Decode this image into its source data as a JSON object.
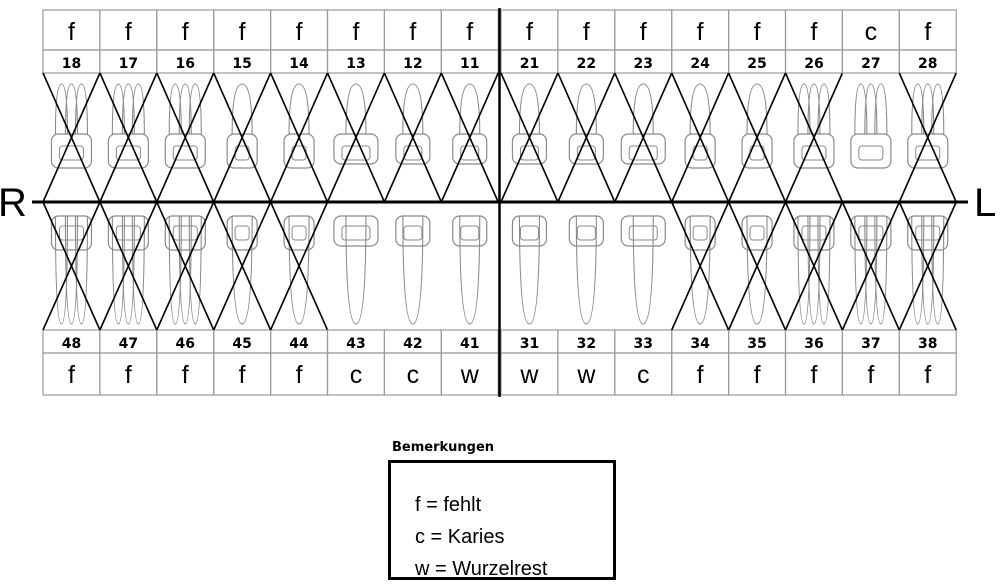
{
  "sides": {
    "right": "R",
    "left": "L"
  },
  "upper": [
    {
      "num": "18",
      "status": "f",
      "crossed": true,
      "type": "molar"
    },
    {
      "num": "17",
      "status": "f",
      "crossed": true,
      "type": "molar"
    },
    {
      "num": "16",
      "status": "f",
      "crossed": true,
      "type": "molar"
    },
    {
      "num": "15",
      "status": "f",
      "crossed": true,
      "type": "premolar"
    },
    {
      "num": "14",
      "status": "f",
      "crossed": true,
      "type": "premolar"
    },
    {
      "num": "13",
      "status": "f",
      "crossed": true,
      "type": "canine"
    },
    {
      "num": "12",
      "status": "f",
      "crossed": true,
      "type": "incisor"
    },
    {
      "num": "11",
      "status": "f",
      "crossed": true,
      "type": "incisor"
    },
    {
      "num": "21",
      "status": "f",
      "crossed": true,
      "type": "incisor"
    },
    {
      "num": "22",
      "status": "f",
      "crossed": true,
      "type": "incisor"
    },
    {
      "num": "23",
      "status": "f",
      "crossed": true,
      "type": "canine"
    },
    {
      "num": "24",
      "status": "f",
      "crossed": true,
      "type": "premolar"
    },
    {
      "num": "25",
      "status": "f",
      "crossed": true,
      "type": "premolar"
    },
    {
      "num": "26",
      "status": "f",
      "crossed": true,
      "type": "molar"
    },
    {
      "num": "27",
      "status": "c",
      "crossed": false,
      "type": "molar"
    },
    {
      "num": "28",
      "status": "f",
      "crossed": true,
      "type": "molar"
    }
  ],
  "lower": [
    {
      "num": "48",
      "status": "f",
      "crossed": true,
      "type": "molar"
    },
    {
      "num": "47",
      "status": "f",
      "crossed": true,
      "type": "molar"
    },
    {
      "num": "46",
      "status": "f",
      "crossed": true,
      "type": "molar"
    },
    {
      "num": "45",
      "status": "f",
      "crossed": true,
      "type": "premolar"
    },
    {
      "num": "44",
      "status": "f",
      "crossed": true,
      "type": "premolar"
    },
    {
      "num": "43",
      "status": "c",
      "crossed": false,
      "type": "canine"
    },
    {
      "num": "42",
      "status": "c",
      "crossed": false,
      "type": "incisor"
    },
    {
      "num": "41",
      "status": "w",
      "crossed": false,
      "type": "incisor"
    },
    {
      "num": "31",
      "status": "w",
      "crossed": false,
      "type": "incisor"
    },
    {
      "num": "32",
      "status": "w",
      "crossed": false,
      "type": "incisor"
    },
    {
      "num": "33",
      "status": "c",
      "crossed": false,
      "type": "canine"
    },
    {
      "num": "34",
      "status": "f",
      "crossed": true,
      "type": "premolar"
    },
    {
      "num": "35",
      "status": "f",
      "crossed": true,
      "type": "premolar"
    },
    {
      "num": "36",
      "status": "f",
      "crossed": true,
      "type": "molar"
    },
    {
      "num": "37",
      "status": "f",
      "crossed": true,
      "type": "molar"
    },
    {
      "num": "38",
      "status": "f",
      "crossed": true,
      "type": "molar"
    }
  ],
  "remarks": {
    "title": "Bemerkungen",
    "lines": [
      "f = fehlt",
      "c = Karies",
      "w = Wurzelrest"
    ]
  },
  "colors": {
    "line": "#000000",
    "tooth": "#8a8a8a",
    "grid": "#9a9a9a"
  }
}
